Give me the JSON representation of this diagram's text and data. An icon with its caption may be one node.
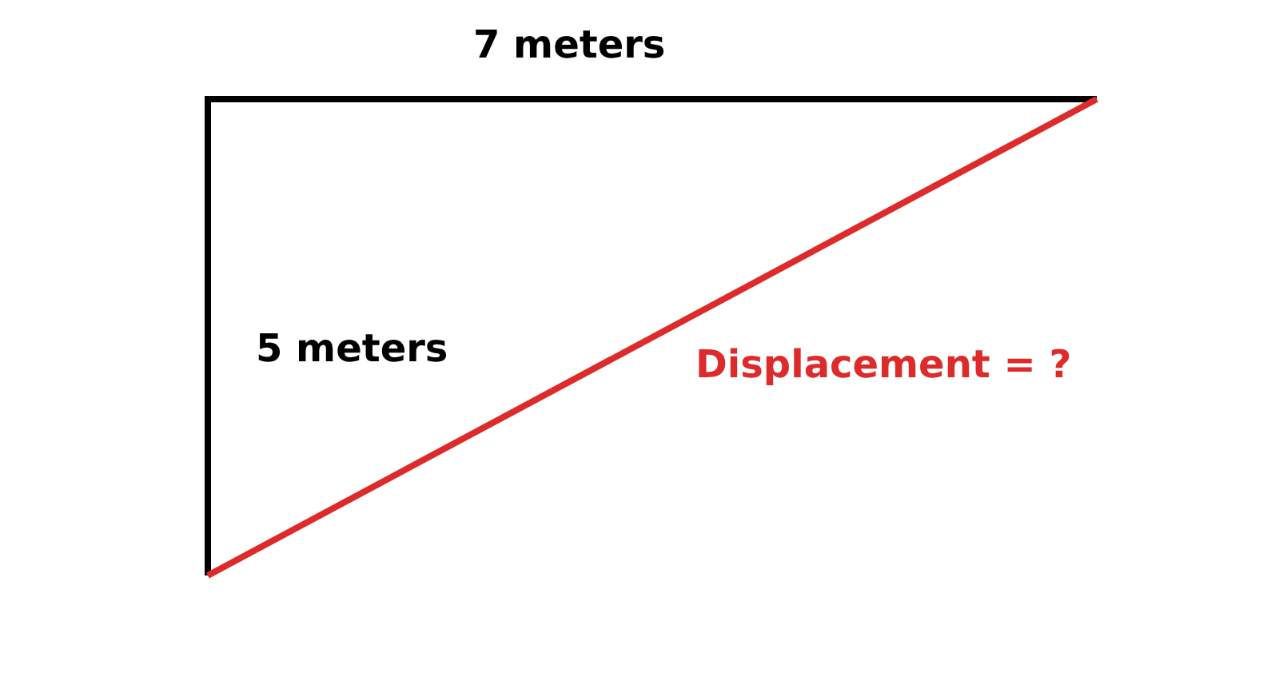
{
  "diagram": {
    "labels": [
      "7 meters",
      "5 meters",
      "Displacement = ?"
    ]
  }
}
